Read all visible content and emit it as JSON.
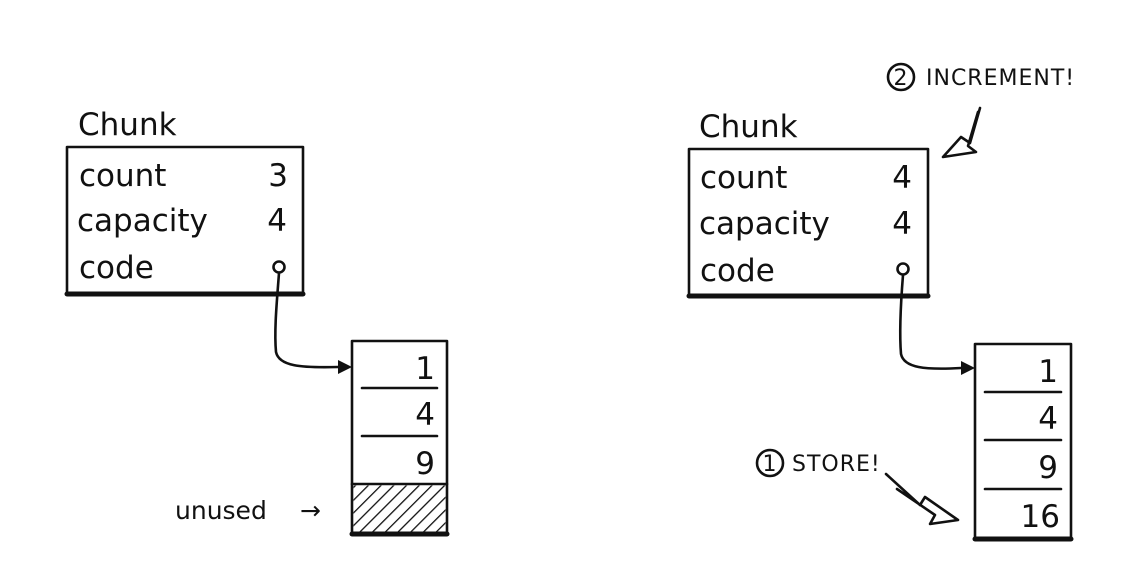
{
  "left": {
    "struct_title": "Chunk",
    "fields": [
      {
        "label": "count",
        "value": "3"
      },
      {
        "label": "capacity",
        "value": "4"
      },
      {
        "label": "code",
        "value": ""
      }
    ],
    "array": [
      "1",
      "4",
      "9",
      ""
    ],
    "unused_label": "unused",
    "unused_arrow": "→"
  },
  "right": {
    "struct_title": "Chunk",
    "fields": [
      {
        "label": "count",
        "value": "4"
      },
      {
        "label": "capacity",
        "value": "4"
      },
      {
        "label": "code",
        "value": ""
      }
    ],
    "array": [
      "1",
      "4",
      "9",
      "16"
    ],
    "step1_number": "1",
    "step1_label": "STORE!",
    "step2_number": "2",
    "step2_label": "INCREMENT!"
  },
  "colors": {
    "ink": "#111111",
    "background": "#ffffff"
  }
}
